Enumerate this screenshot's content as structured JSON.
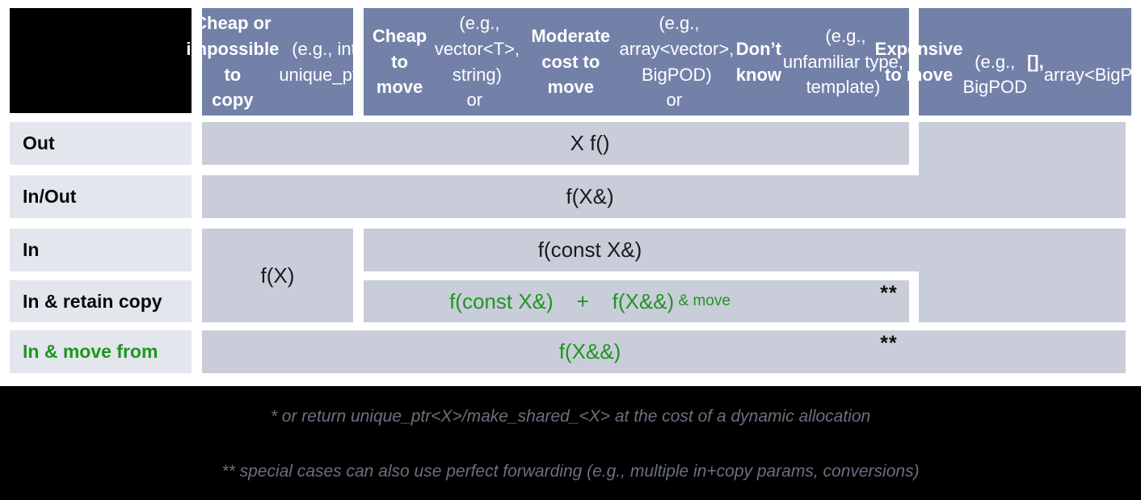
{
  "headers": {
    "col1": [
      {
        "t": "Cheap or\nimpossible to\ncopy",
        "b": true
      },
      {
        "t": " (e.g., int,\nunique_ptr)",
        "b": false
      }
    ],
    "col2": [
      {
        "t": "Cheap to move",
        "b": true
      },
      {
        "t": " (e.g., vector<T>, string)\nor ",
        "b": false
      },
      {
        "t": "Moderate cost to move",
        "b": true
      },
      {
        "t": " (e.g., array<vector>, BigPOD)\nor ",
        "b": false
      },
      {
        "t": "Don’t know",
        "b": true
      },
      {
        "t": " (e.g., unfamiliar type, template)",
        "b": false
      }
    ],
    "col3": [
      {
        "t": "Expensive to move",
        "b": true
      },
      {
        "t": "\n(e.g., BigPOD",
        "b": false
      },
      {
        "t": "[],",
        "b": true
      },
      {
        "t": "\narray<BigPOD>)",
        "b": false
      }
    ]
  },
  "rows": {
    "out": "Out",
    "inout": "In/Out",
    "in": "In",
    "retain": "In & retain copy",
    "move": "In & move from"
  },
  "cells": {
    "out": "X f()",
    "inout": "f(X&)",
    "in_cheap": "f(X)",
    "in": "f(const X&)",
    "retain": [
      {
        "t": "f(const X&)    +    f(X&&)"
      },
      {
        "t": " & move",
        "sm": true
      }
    ],
    "move": "f(X&&)",
    "marker": "**"
  },
  "footnotes": {
    "first": "* or return unique_ptr<X>/make_shared_<X> at the cost of a dynamic allocation",
    "second": "** special cases can also use perfect forwarding (e.g., multiple in+copy params, conversions)"
  },
  "colors": {
    "header_bg": "#7381a9",
    "cell_bg": "#c9cdda",
    "label_bg": "#e3e6ed",
    "green": "#1e961e",
    "footnote_text": "#6a7080"
  }
}
